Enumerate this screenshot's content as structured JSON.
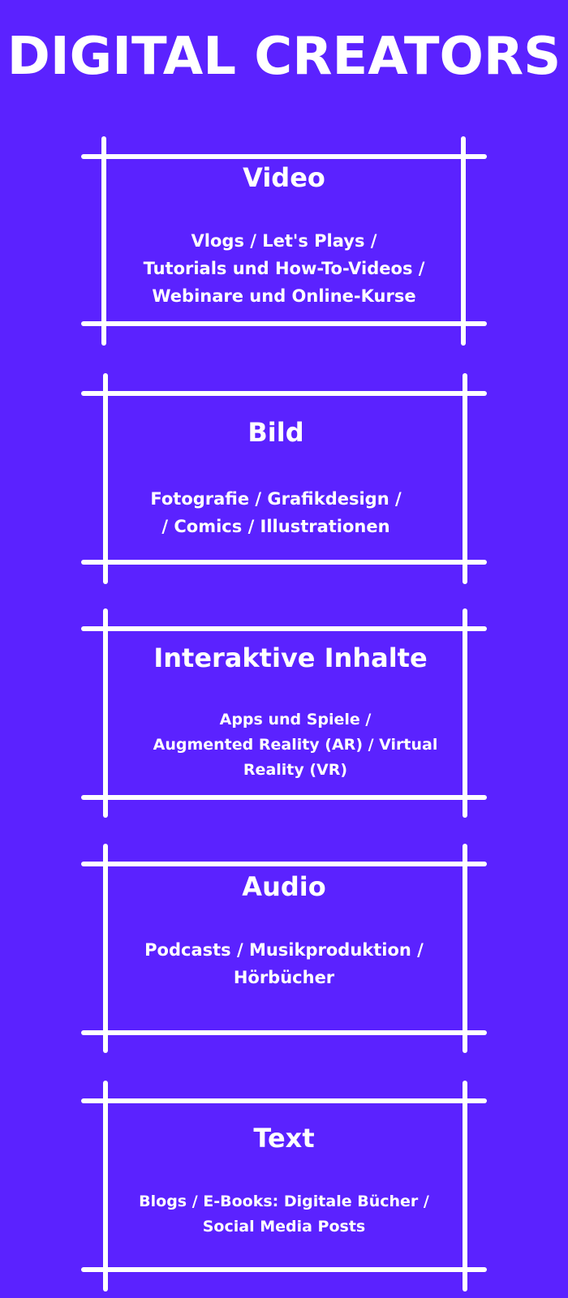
{
  "title": "DIGITAL CREATORS",
  "colors": {
    "background": "#5b22ff",
    "foreground": "#ffffff"
  },
  "categories": [
    {
      "heading": "Video",
      "lines": [
        "Vlogs / Let's Plays /",
        "Tutorials und How-To-Videos /",
        "Webinare und Online-Kurse"
      ]
    },
    {
      "heading": "Bild",
      "lines": [
        "Fotografie / Grafikdesign /",
        "/ Comics / Illustrationen"
      ]
    },
    {
      "heading": "Interaktive Inhalte",
      "lines": [
        "Apps und Spiele /",
        "Augmented Reality (AR) / Virtual",
        "Reality (VR)"
      ]
    },
    {
      "heading": "Audio",
      "lines": [
        "Podcasts / Musikproduktion /",
        "Hörbücher"
      ]
    },
    {
      "heading": "Text",
      "lines": [
        "Blogs / E-Books: Digitale Bücher /",
        "Social Media Posts"
      ]
    }
  ]
}
